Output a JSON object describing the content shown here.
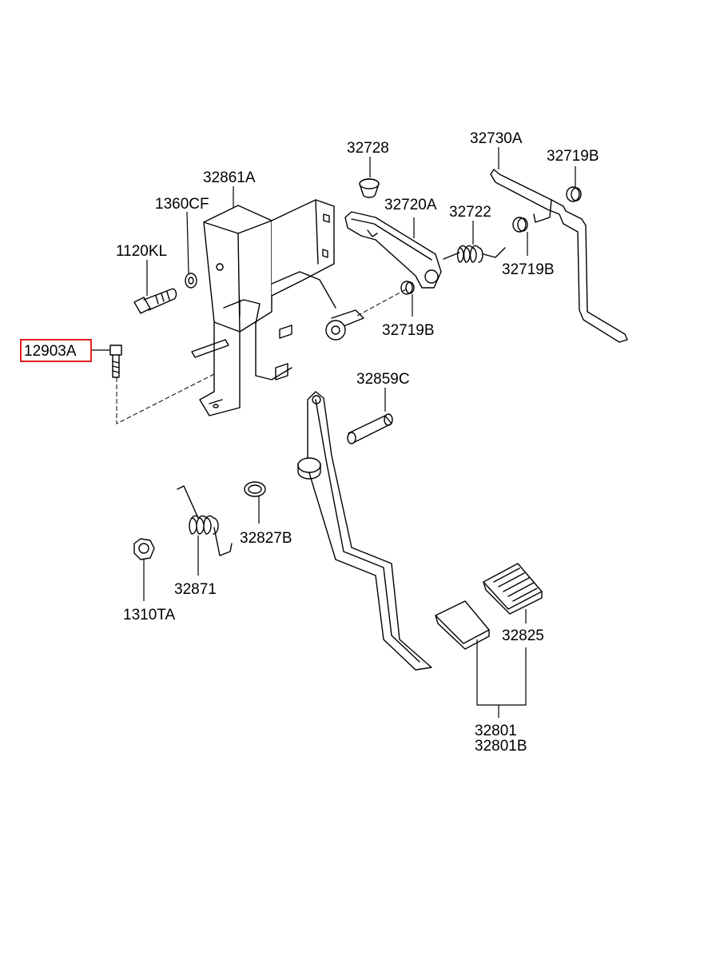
{
  "highlight_color": "#e02020",
  "parts": {
    "p32728": "32728",
    "p32730A": "32730A",
    "p32719B_top": "32719B",
    "p32861A": "32861A",
    "p1360CF": "1360CF",
    "p32720A": "32720A",
    "p32722": "32722",
    "p1120KL": "1120KL",
    "p32719B_mid": "32719B",
    "p32719B_low": "32719B",
    "p12903A": "12903A",
    "p32859C": "32859C",
    "p32827B": "32827B",
    "p32871": "32871",
    "p1310TA": "1310TA",
    "p32825": "32825",
    "p32801": "32801",
    "p32801B": "32801B"
  }
}
